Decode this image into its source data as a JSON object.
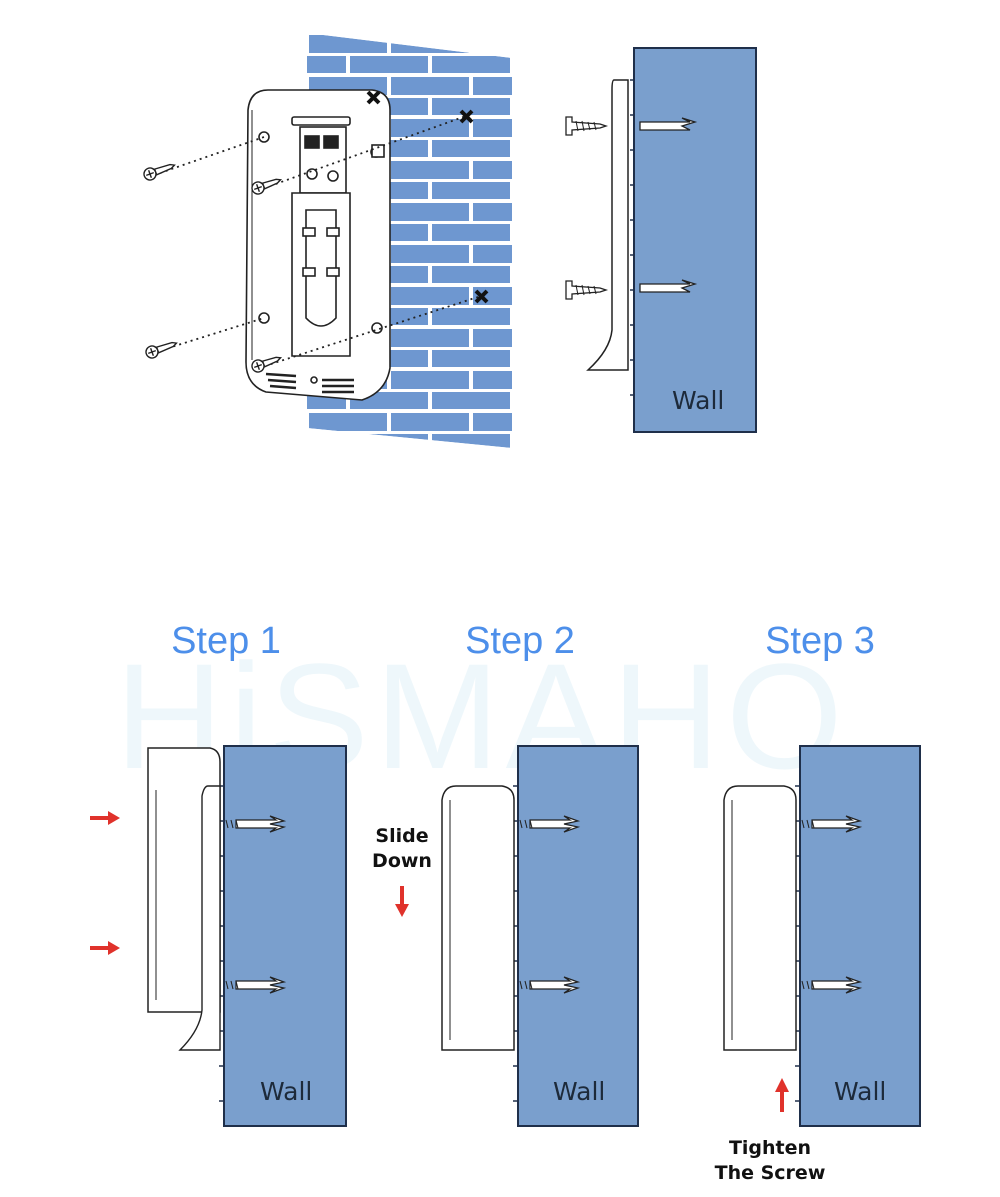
{
  "watermark": "HiSMAHO",
  "top_wall_label": "Wall",
  "steps": [
    {
      "title": "Step 1",
      "wall_label": "Wall"
    },
    {
      "title": "Step 2",
      "wall_label": "Wall",
      "note_line1": "Slide",
      "note_line2": "Down"
    },
    {
      "title": "Step 3",
      "wall_label": "Wall",
      "note_line1": "Tighten",
      "note_line2": "The Screw"
    }
  ],
  "colors": {
    "wall_blue": "#7a9fcd",
    "brick_blue": "#6e97d0",
    "title_blue": "#4d8fea",
    "arrow_red": "#e0322b"
  }
}
